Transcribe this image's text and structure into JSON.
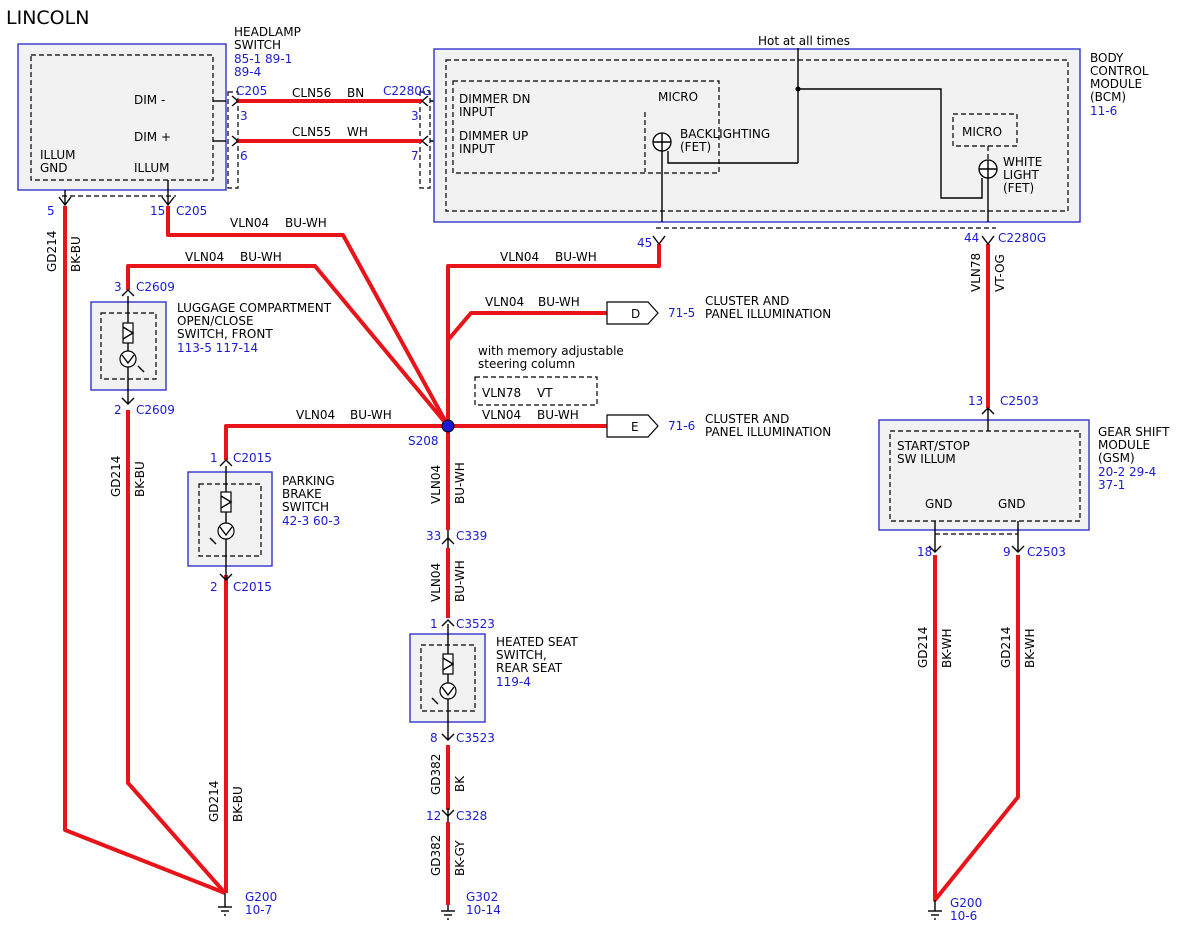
{
  "title": "LINCOLN",
  "headlamp_switch": {
    "name": [
      "HEADLAMP",
      "SWITCH"
    ],
    "refs": [
      "85-1  89-1",
      "89-4"
    ],
    "dim_minus": "DIM -",
    "dim_plus": "DIM +",
    "illum_gnd": [
      "ILLUM",
      "GND"
    ],
    "illum": "ILLUM",
    "pin_gnd": "5",
    "pin_illum": "15",
    "pin_illum_conn": "C205"
  },
  "bcm": {
    "name": [
      "BODY",
      "CONTROL",
      "MODULE",
      "(BCM)"
    ],
    "ref": "11-6",
    "hot": "Hot at all times",
    "dimmer_dn": [
      "DIMMER DN",
      "INPUT"
    ],
    "dimmer_up": [
      "DIMMER UP",
      "INPUT"
    ],
    "micro1": "MICRO",
    "micro2": "MICRO",
    "backlighting": [
      "BACKLIGHTING",
      "(FET)"
    ],
    "white_light": [
      "WHITE",
      "LIGHT",
      "(FET)"
    ],
    "pin45": "45",
    "pin44": "44",
    "pin44_conn": "C2280G"
  },
  "c205": {
    "conn": "C205",
    "pin3": "3",
    "pin6": "6"
  },
  "c2280g": {
    "conn": "C2280G",
    "pin3": "3",
    "pin7": "7"
  },
  "wires": {
    "cln56": "CLN56",
    "bn": "BN",
    "cln55": "CLN55",
    "wh": "WH",
    "vln04": "VLN04",
    "bu_wh": "BU-WH",
    "gd214": "GD214",
    "bk_bu": "BK-BU",
    "bk_wh": "BK-WH",
    "vln78": "VLN78",
    "vt_og": "VT-OG",
    "vt": "VT",
    "gd382": "GD382",
    "bk": "BK",
    "bk_gy": "BK-GY"
  },
  "luggage": {
    "name": [
      "LUGGAGE COMPARTMENT",
      "OPEN/CLOSE",
      "SWITCH, FRONT"
    ],
    "refs": "113-5  117-14",
    "pin_top": "3",
    "conn_top": "C2609",
    "pin_bot": "2",
    "conn_bot": "C2609"
  },
  "parking": {
    "name": [
      "PARKING",
      "BRAKE",
      "SWITCH"
    ],
    "refs": "42-3  60-3",
    "pin_top": "1",
    "conn_top": "C2015",
    "pin_bot": "2",
    "conn_bot": "C2015"
  },
  "splice": {
    "name": "S208"
  },
  "cluster1": {
    "letter": "D",
    "ref": "71-5",
    "label": [
      "CLUSTER AND",
      "PANEL ILLUMINATION"
    ]
  },
  "cluster2": {
    "letter": "E",
    "ref": "71-6",
    "label": [
      "CLUSTER AND",
      "PANEL ILLUMINATION"
    ]
  },
  "memory_note": [
    "with memory adjustable",
    "steering column"
  ],
  "c339": {
    "pin": "33",
    "conn": "C339"
  },
  "heated_seat": {
    "name": [
      "HEATED SEAT",
      "SWITCH,",
      "REAR SEAT"
    ],
    "ref": "119-4",
    "pin_top": "1",
    "conn_top": "C3523",
    "pin_bot": "8",
    "conn_bot": "C3523"
  },
  "c328": {
    "pin": "12",
    "conn": "C328"
  },
  "gsm": {
    "name": [
      "GEAR SHIFT",
      "MODULE",
      "(GSM)"
    ],
    "refs": [
      "20-2  29-4",
      "37-1"
    ],
    "start_stop": [
      "START/STOP",
      "SW ILLUM"
    ],
    "gnd1": "GND",
    "gnd2": "GND",
    "pin_top": "13",
    "conn_top": "C2503",
    "pin18": "18",
    "pin9": "9",
    "conn_bot": "C2503"
  },
  "grounds": {
    "g200_left": {
      "name": "G200",
      "ref": "10-7"
    },
    "g302": {
      "name": "G302",
      "ref": "10-14"
    },
    "g200_right": {
      "name": "G200",
      "ref": "10-6"
    }
  },
  "colors": {
    "wire": "#e8141a",
    "link": "#1a1ad6",
    "box": "#3333cc",
    "splice": "#1a1ad6"
  }
}
